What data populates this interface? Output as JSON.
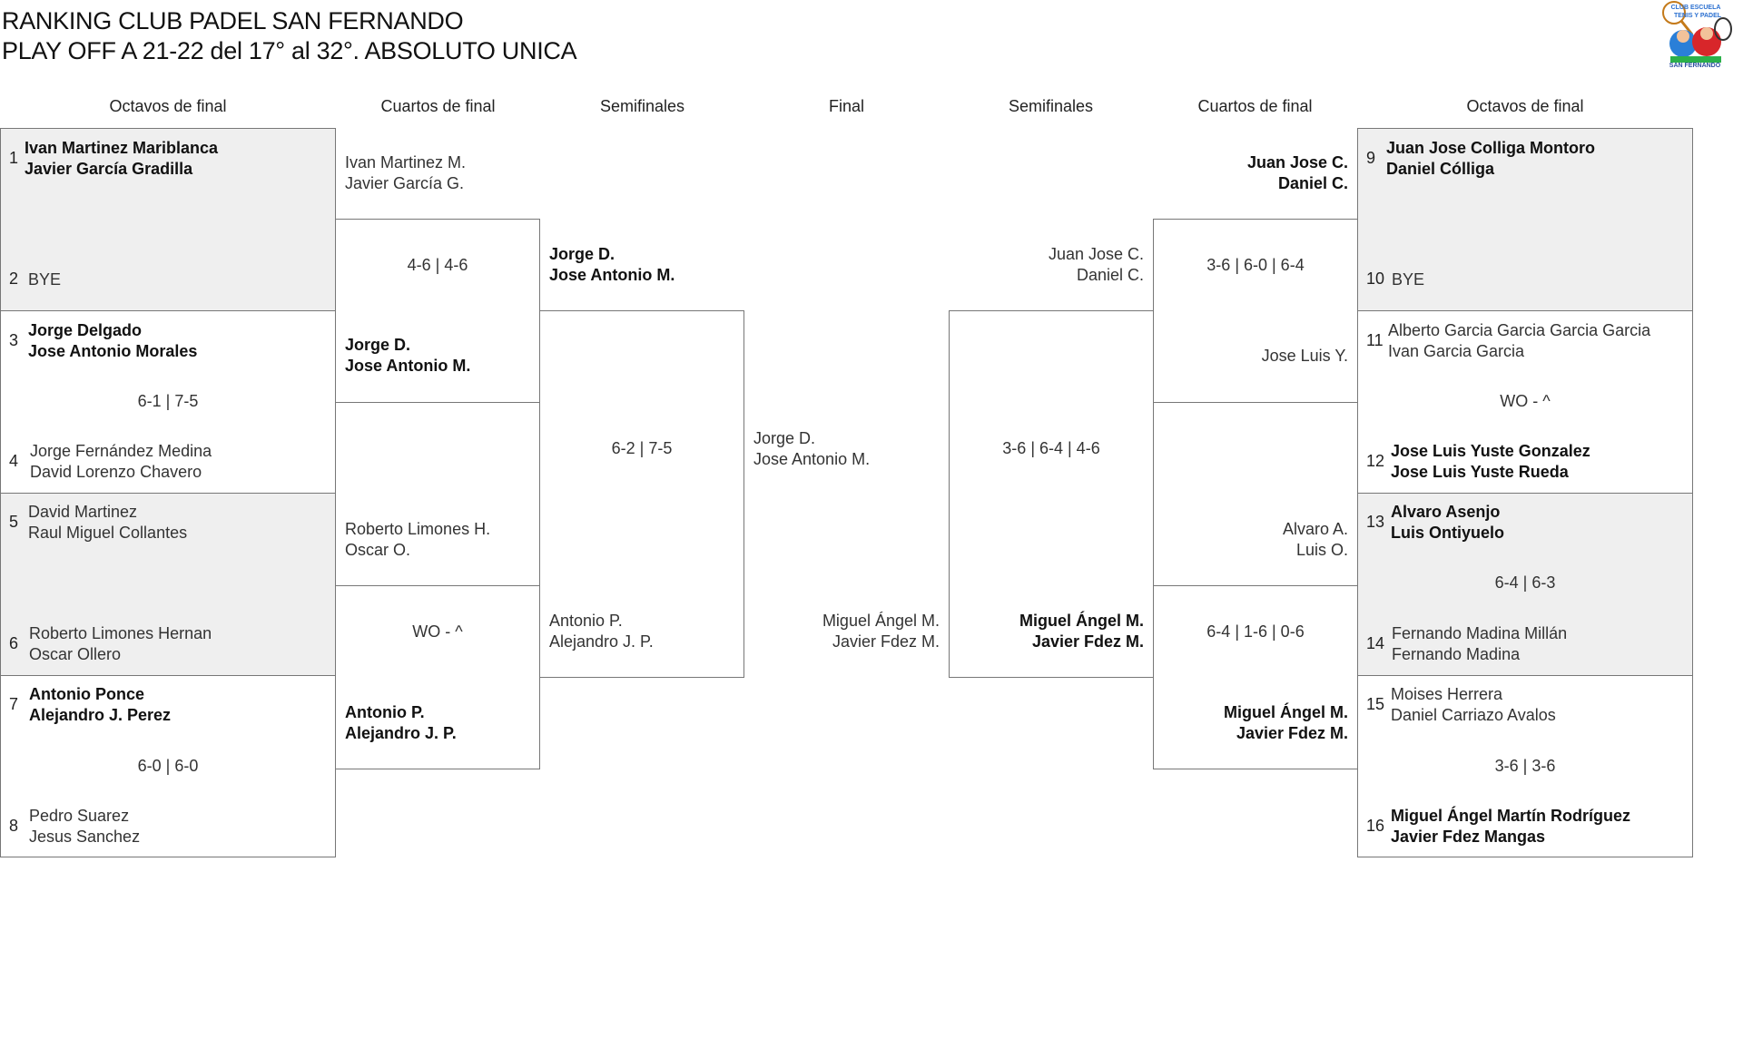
{
  "title_line1": "RANKING CLUB PADEL SAN FERNANDO",
  "title_line2": "PLAY OFF A 21-22 del 17° al 32°. ABSOLUTO UNICA",
  "logo_text": "CLUB ESCUELA TENIS Y PADEL SAN FERNANDO",
  "headers": {
    "octavos_left": "Octavos de final",
    "cuartos_left": "Cuartos de final",
    "semis_left": "Semifinales",
    "final": "Final",
    "semis_right": "Semifinales",
    "cuartos_right": "Cuartos de final",
    "octavos_right": "Octavos de final"
  },
  "octavos": {
    "s1": {
      "n": "1",
      "p1": "Ivan Martinez Mariblanca",
      "p2": "Javier García Gradilla"
    },
    "s2": {
      "n": "2",
      "p1": "BYE"
    },
    "s3": {
      "n": "3",
      "p1": "Jorge Delgado",
      "p2": "Jose Antonio Morales"
    },
    "s4": {
      "n": "4",
      "p1": "Jorge Fernández Medina",
      "p2": "David Lorenzo Chavero"
    },
    "s5": {
      "n": "5",
      "p1": "David Martinez",
      "p2": "Raul Miguel Collantes"
    },
    "s6": {
      "n": "6",
      "p1": "Roberto Limones Hernan",
      "p2": "Oscar Ollero"
    },
    "s7": {
      "n": "7",
      "p1": "Antonio Ponce",
      "p2": "Alejandro J. Perez"
    },
    "s8": {
      "n": "8",
      "p1": "Pedro Suarez",
      "p2": "Jesus Sanchez"
    },
    "s9": {
      "n": "9",
      "p1": "Juan Jose Colliga Montoro",
      "p2": "Daniel Cólliga"
    },
    "s10": {
      "n": "10",
      "p1": "BYE"
    },
    "s11": {
      "n": "11",
      "p1": "Alberto Garcia Garcia Garcia Garcia",
      "p2": "Ivan Garcia Garcia"
    },
    "s12": {
      "n": "12",
      "p1": "Jose Luis Yuste Gonzalez",
      "p2": "Jose Luis Yuste Rueda"
    },
    "s13": {
      "n": "13",
      "p1": "Alvaro Asenjo",
      "p2": "Luis Ontiyuelo"
    },
    "s14": {
      "n": "14",
      "p1": "Fernando Madina Millán",
      "p2": "Fernando Madina"
    },
    "s15": {
      "n": "15",
      "p1": "Moises Herrera",
      "p2": "Daniel Carriazo Avalos"
    },
    "s16": {
      "n": "16",
      "p1": "Miguel Ángel Martín Rodríguez",
      "p2": "Javier Fdez Mangas"
    }
  },
  "octavos_scores": {
    "m34": "6-1 | 7-5",
    "m78": "6-0 | 6-0",
    "m1112": "WO - ^",
    "m1314": "6-4 | 6-3",
    "m1516": "3-6 | 3-6"
  },
  "cuartos_left": {
    "q1": {
      "p1": "Ivan Martinez M.",
      "p2": "Javier García G."
    },
    "q2": {
      "p1": "Jorge D.",
      "p2": "Jose Antonio M."
    },
    "q3": {
      "p1": "Roberto Limones H.",
      "p2": "Oscar O."
    },
    "q4": {
      "p1": "Antonio P.",
      "p2": "Alejandro J. P."
    },
    "score_top": "4-6 | 4-6",
    "score_bottom": "WO - ^"
  },
  "cuartos_right": {
    "q1": {
      "p1": "Juan Jose C.",
      "p2": "Daniel C."
    },
    "q2": {
      "p1": "Jose Luis Y."
    },
    "q3": {
      "p1": "Alvaro A.",
      "p2": "Luis O."
    },
    "q4": {
      "p1": "Miguel Ángel M.",
      "p2": "Javier Fdez M."
    },
    "score_top": "3-6 | 6-0 | 6-4",
    "score_bottom": "6-4 | 1-6 | 0-6"
  },
  "semis_left": {
    "top": {
      "p1": "Jorge D.",
      "p2": "Jose Antonio M."
    },
    "bottom": {
      "p1": "Antonio P.",
      "p2": "Alejandro J. P."
    },
    "score": "6-2 | 7-5"
  },
  "semis_right": {
    "top": {
      "p1": "Juan Jose C.",
      "p2": "Daniel C."
    },
    "bottom": {
      "p1": "Miguel Ángel M.",
      "p2": "Javier Fdez M."
    },
    "score": "3-6 | 6-4 | 4-6"
  },
  "final": {
    "left": {
      "p1": "Jorge D.",
      "p2": "Jose Antonio M."
    },
    "right": {
      "p1": "Miguel Ángel M.",
      "p2": "Javier Fdez M."
    }
  }
}
